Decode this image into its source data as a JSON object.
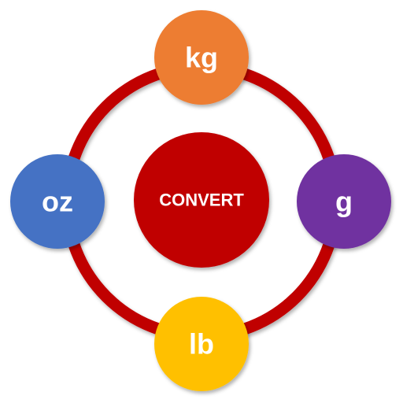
{
  "center": {
    "label": "CONVERT",
    "color": "#c00000"
  },
  "ring": {
    "color": "#c00000"
  },
  "units": {
    "kg": {
      "label": "kg",
      "color": "#ed7d31"
    },
    "g": {
      "label": "g",
      "color": "#7030a0"
    },
    "lb": {
      "label": "lb",
      "color": "#ffc000"
    },
    "oz": {
      "label": "oz",
      "color": "#4472c4"
    }
  }
}
